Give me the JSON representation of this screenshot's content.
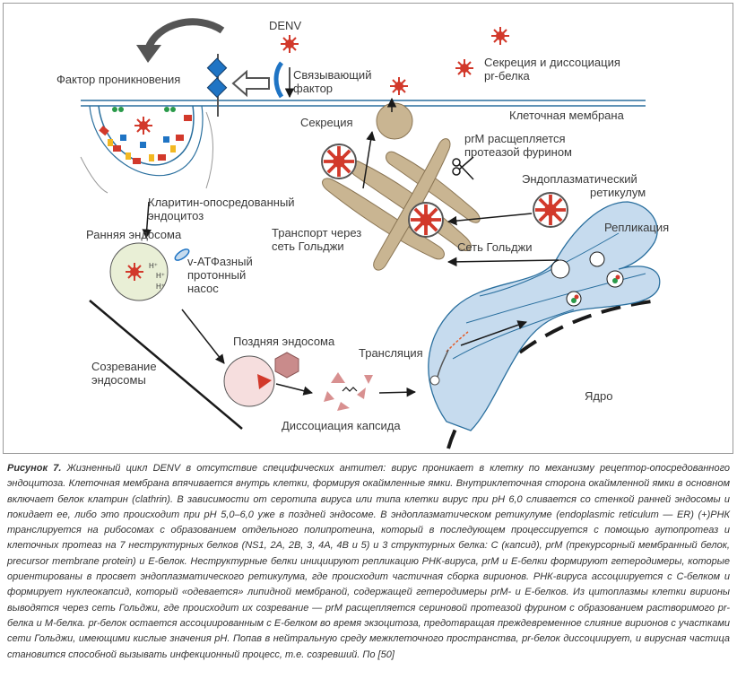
{
  "labels": {
    "denv": "DENV",
    "binding_factor_1": "Связывающий",
    "binding_factor_2": "фактор",
    "entry_factor": "Фактор проникновения",
    "secretion_dissociation_1": "Секреция и диссоциация",
    "secretion_dissociation_2": "pr-белка",
    "cell_membrane": "Клеточная мембрана",
    "secretion": "Секреция",
    "prm_cleaved_1": "prM расщепляется",
    "prm_cleaved_2": "протеазой фурином",
    "er_1": "Эндоплазматический",
    "er_2": "ретикулум",
    "clathrin_1": "Кларитин-опосредованный",
    "clathrin_2": "эндоцитоз",
    "early_endosome": "Ранняя эндосома",
    "golgi_transport_1": "Транспорт через",
    "golgi_transport_2": "сеть Гольджи",
    "golgi": "Сеть Гольджи",
    "replication": "Репликация",
    "vatpase_1": "v-АТФазный",
    "vatpase_2": "протонный",
    "vatpase_3": "насос",
    "h_plus": "H⁺",
    "late_endosome": "Поздняя эндосома",
    "translation": "Трансляция",
    "maturation_1": "Созревание",
    "maturation_2": "эндосомы",
    "nucleus": "Ядро",
    "capsid_dissociation": "Диссоциация капсида"
  },
  "caption": {
    "label": "Рисунок 7.",
    "text": " Жизненный цикл DENV в отсутствие специфических антител: вирус проникает в клетку по механизму рецептор-опосредованного эндоцитоза. Клеточная мембрана впячивается внутрь клетки, формируя окаймленные ямки. Внутриклеточная сторона окаймленной ямки в основном включает белок клатрин (clathrin). В зависимости от серотипа вируса или типа клетки вирус при pH 6,0 сливается со стенкой ранней эндосомы и покидает ее, либо это происходит при pH 5,0–6,0 уже в поздней эндосоме. В эндоплазматическом ретикулуме (endoplasmic reticulum — ER) (+)РНК транслируется на рибосомах с образованием отдельного полипротеина, который в последующем процессируется с помощью аутопротеаз и клеточных протеаз на 7 неструктурных белков (NS1, 2A, 2B, 3, 4A, 4B и 5) и 3 структурных белка: С (капсид), prM (прекурсорный мембранный белок, precursor membrane protein) и Е-белок. Неструктурные белки инициируют репликацию РНК-вируса, prM и Е-белки формируют гетеродимеры, которые ориентированы в просвет эндоплазматического ретикулума, где происходит частичная сборка вирионов. РНК-вируса ассоциируется с С-белком и формирует нуклеокапсид, который «одевается» липидной мембраной, содержащей гетеродимеры prM- и Е-белков. Из цитоплазмы клетки вирионы выводятся через сеть Гольджи, где происходит их созревание — prM расщепляется сериновой протеазой фурином с образованием растворимого pr-белка и М-белка. pr-белок остается ассоциированным с Е-белком во время экзоцитоза, предотвращая преждевременное слияние вирионов с участками сети Гольджи, имеющими кислые значения pH. Попав в нейтральную среду межклеточного пространства, pr-белок диссоциирует, и вирусная частица становится способной вызывать инфекционный процесс, т.е. созревший. По [50]"
  },
  "colors": {
    "virus_red": "#d2392b",
    "membrane_blue": "#2a6f9e",
    "er_fill": "#c6dbee",
    "golgi_fill": "#c9b592",
    "endosome_early": "#e9efd6",
    "endosome_late": "#f6dede",
    "receptor_blue": "#1f74c4"
  }
}
